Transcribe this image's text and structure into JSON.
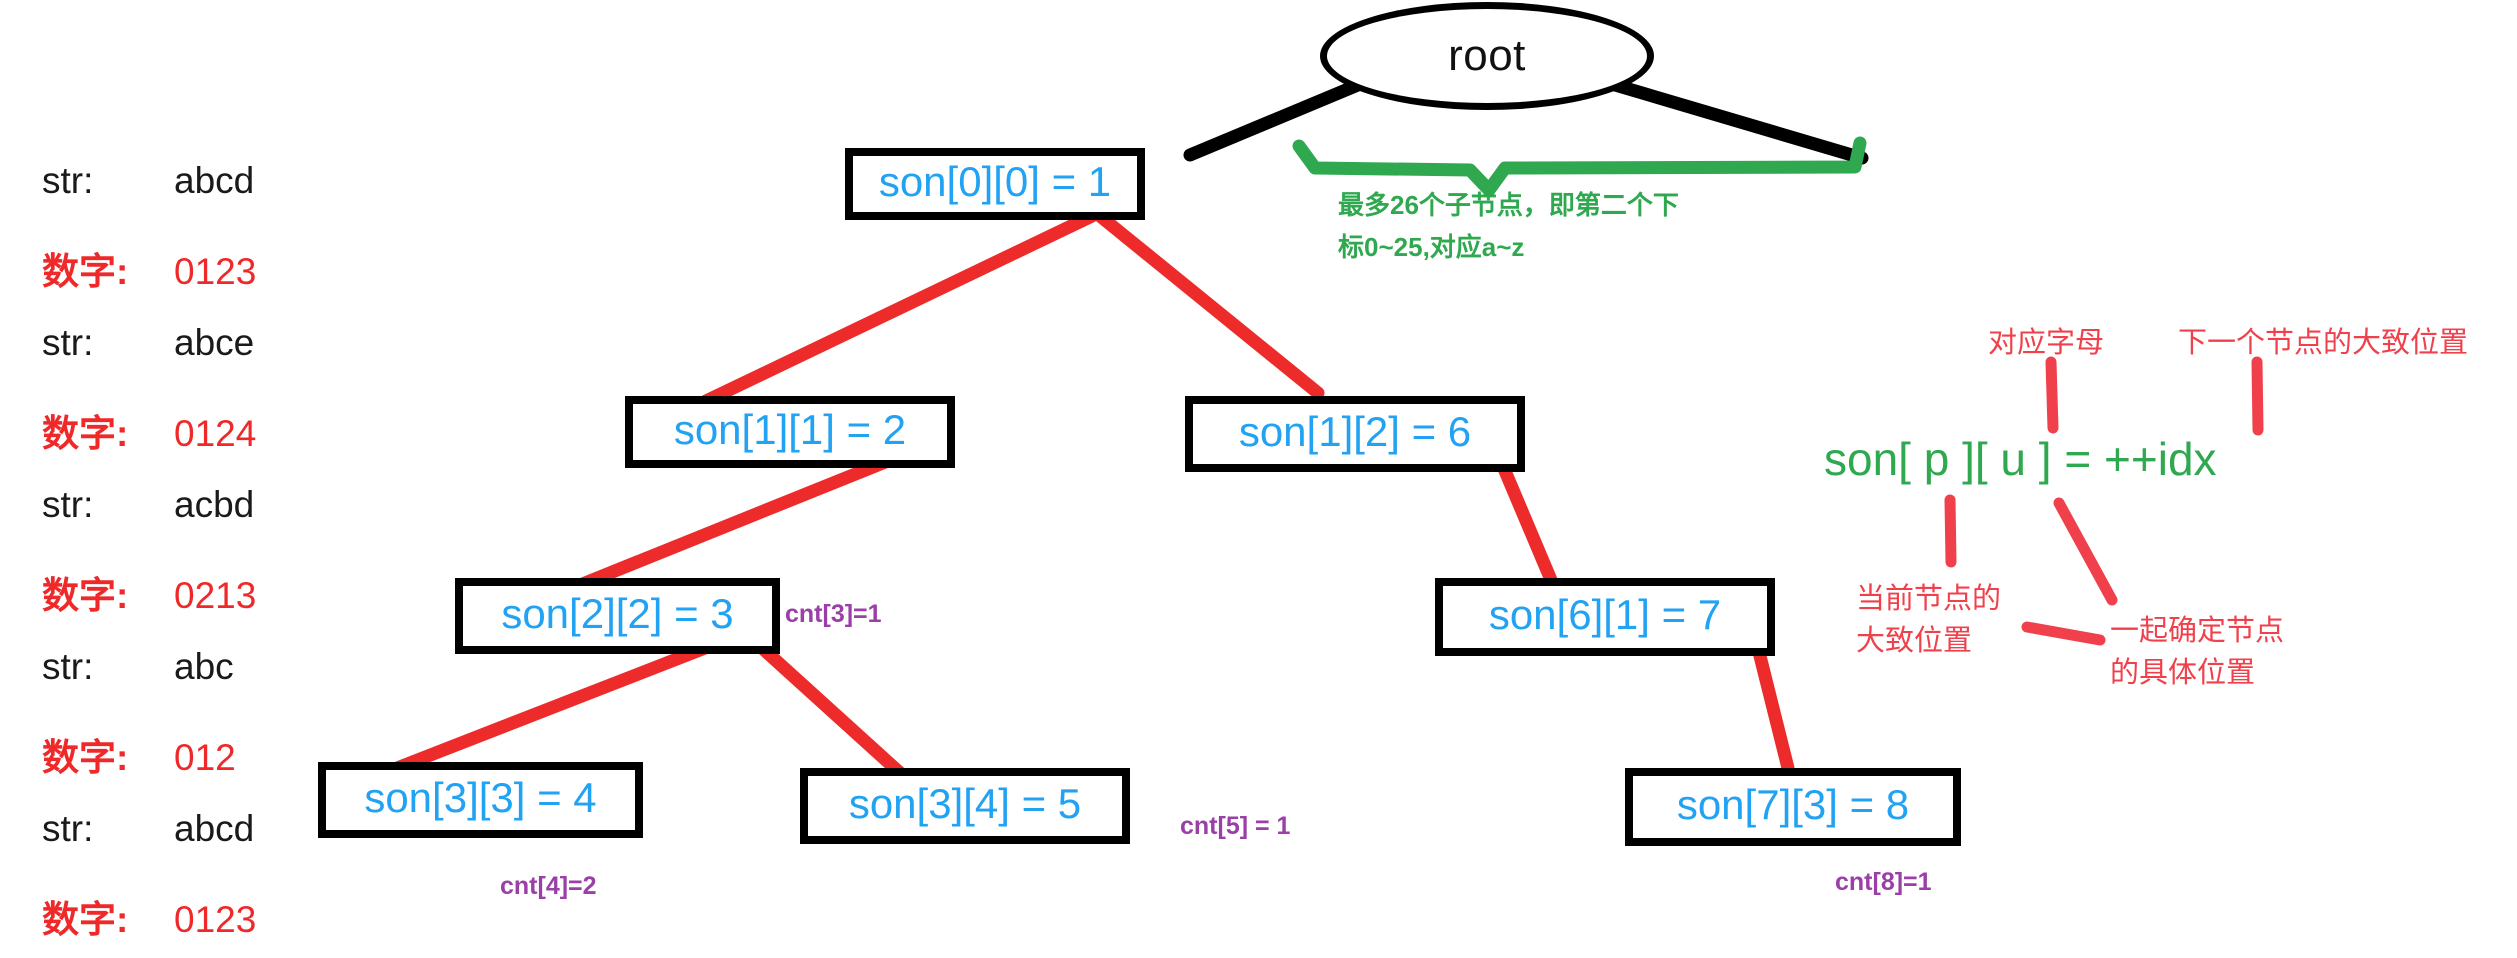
{
  "strings_panel": {
    "rows": [
      {
        "label": "str:",
        "value": "abcd",
        "type": "str"
      },
      {
        "label": "数字:",
        "value": "0123",
        "type": "num"
      },
      {
        "label": "str:",
        "value": "abce",
        "type": "str"
      },
      {
        "label": "数字:",
        "value": "0124",
        "type": "num"
      },
      {
        "label": "str:",
        "value": "acbd",
        "type": "str"
      },
      {
        "label": "数字:",
        "value": "0213",
        "type": "num"
      },
      {
        "label": "str:",
        "value": "abc",
        "type": "str"
      },
      {
        "label": "数字:",
        "value": "012",
        "type": "num"
      },
      {
        "label": "str:",
        "value": "abcd",
        "type": "str"
      },
      {
        "label": "数字:",
        "value": "0123",
        "type": "num"
      }
    ]
  },
  "tree": {
    "root_label": "root",
    "nodes": {
      "n1": "son[0][0] = 1",
      "n2": "son[1][1] = 2",
      "n6": "son[1][2] = 6",
      "n3": "son[2][2] = 3",
      "n7": "son[6][1] = 7",
      "n4": "son[3][3] = 4",
      "n5": "son[3][4] = 5",
      "n8": "son[7][3] = 8"
    },
    "counters": {
      "c3": "cnt[3]=1",
      "c4": "cnt[4]=2",
      "c5": "cnt[5] = 1",
      "c8": "cnt[8]=1"
    }
  },
  "annotations": {
    "green_note_line1": "最多26个子节点，即第二个下",
    "green_note_line2": "标0~25,对应a~z",
    "formula": "son[ p ][ u ] = ++idx",
    "note_letter": "对应字母",
    "note_next_position": "下一个节点的大致位置",
    "note_current_line1": "当前节点的",
    "note_current_line2": "大致位置",
    "note_together_line1": "一起确定节点",
    "note_together_line2": "的具体位置"
  },
  "colors": {
    "node_text": "#22a2f2",
    "node_border": "#000000",
    "edge_red": "#ee2b2b",
    "number_red": "#ef2929",
    "annotation_red": "#f0404b",
    "green": "#2fa84f",
    "purple": "#9b3fa8",
    "background": "#ffffff"
  }
}
